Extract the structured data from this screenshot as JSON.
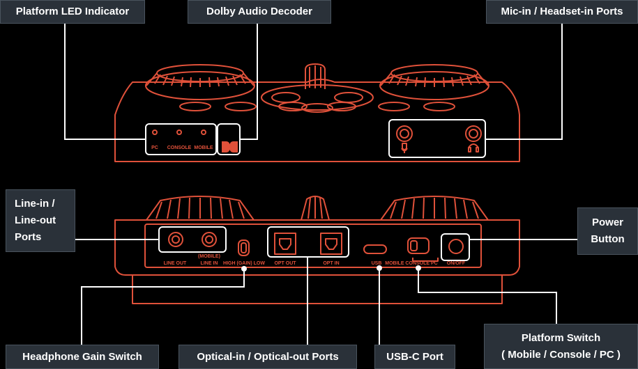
{
  "callouts": {
    "platform_led": "Platform LED Indicator",
    "dolby": "Dolby Audio Decoder",
    "mic_headset": "Mic-in / Headset-in Ports",
    "line_ports_1": "Line-in /",
    "line_ports_2": "Line-out",
    "line_ports_3": "Ports",
    "power_1": "Power",
    "power_2": "Button",
    "gain": "Headphone Gain Switch",
    "optical": "Optical-in / Optical-out Ports",
    "usbc": "USB-C Port",
    "platform_switch_1": "Platform Switch",
    "platform_switch_2": "( Mobile / Console / PC )"
  },
  "device_labels": {
    "pc": "PC",
    "console": "CONSOLE",
    "mobile": "MOBILE",
    "line_out": "LINE OUT",
    "mobile_paren": "(MOBILE)",
    "line_in": "LINE IN",
    "gain_switch": "HIGH (GAIN) LOW",
    "opt_out": "OPT OUT",
    "opt_in": "OPT IN",
    "usb": "USB",
    "platform_switch": "MOBILE CONSOLE PC",
    "on_off": "ON/OFF"
  },
  "colors": {
    "device_outline": "#e0513a",
    "leader_line": "#ffffff",
    "callout_bg": "#2a3139",
    "background": "#000000"
  }
}
